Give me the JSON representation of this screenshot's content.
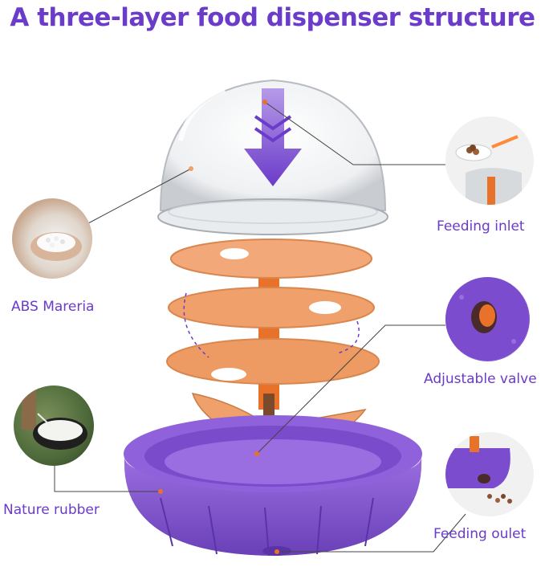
{
  "title": "A three-layer food dispenser structure",
  "labels": {
    "abs_material": "ABS Mareria",
    "nature_rubber": "Nature rubber",
    "feeding_inlet": "Feeding inlet",
    "adjustable_valve": "Adjustable valve",
    "feeding_outlet": "Feeding oulet"
  },
  "colors": {
    "accent_purple": "#6b3bc9",
    "rubber_purple": "#8a5ad6",
    "disc_orange": "#f0a06b",
    "stem_orange": "#e8722a"
  }
}
